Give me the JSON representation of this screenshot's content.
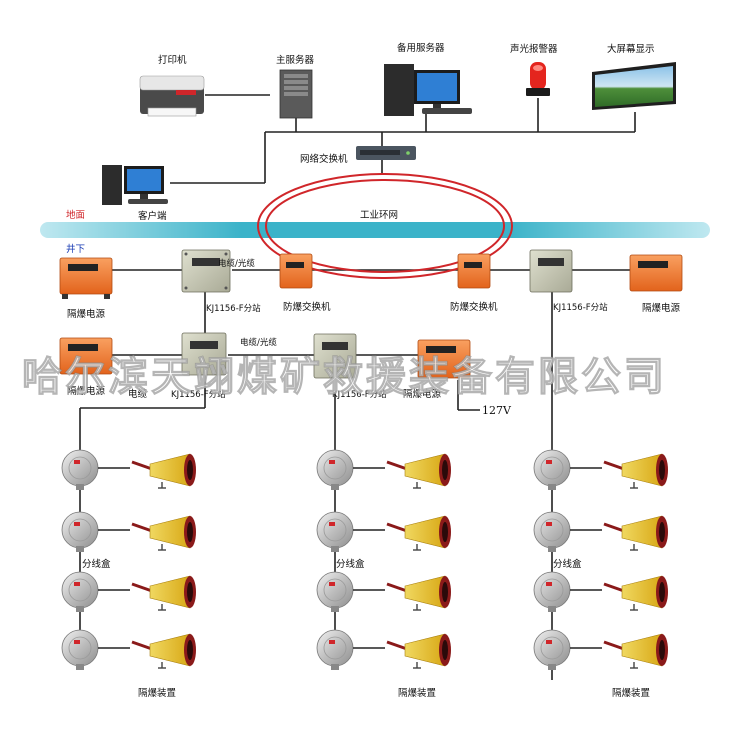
{
  "labels": {
    "printer": "打印机",
    "main_server": "主服务器",
    "backup_server": "备用服务器",
    "alarm": "声光报警器",
    "big_screen": "大屏幕显示",
    "network_switch": "网络交换机",
    "client": "客户端",
    "ground": "地面",
    "industrial_ring": "工业环网",
    "underground": "井下",
    "cable_fiber": "电缆/光缆",
    "substation": "KJ1156-F分站",
    "substation_alt": "KJ1156-F分站",
    "ex_switch": "防爆交换机",
    "ex_power": "隔爆电源",
    "cable": "电缆",
    "voltage": "127V",
    "junction_box": "分线盒",
    "ex_device": "隔爆装置"
  },
  "watermark": "哈尔滨天翊煤矿救援装备有限公司",
  "colors": {
    "band": "#3bb3c9",
    "ring": "#d0262a",
    "power_box": "#f07a2a",
    "substation_box": "#c9c9b4",
    "line": "#222222"
  }
}
